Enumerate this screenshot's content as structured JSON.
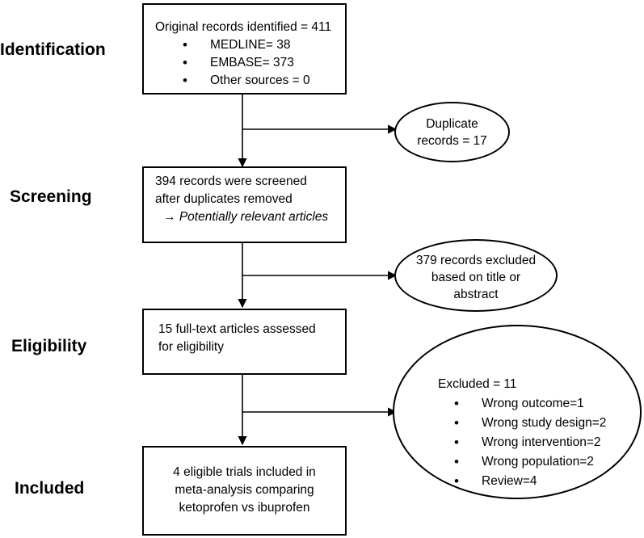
{
  "stages": [
    "Identification",
    "Screening",
    "Eligibility",
    "Included"
  ],
  "box1": {
    "title": "Original records identified = 411",
    "items": [
      "MEDLINE= 38",
      "EMBASE= 373",
      "Other sources = 0"
    ]
  },
  "box2": {
    "line1": "394 records were screened",
    "line2": "after duplicates removed",
    "arrow": "→",
    "line3": "Potentially relevant articles"
  },
  "box3": {
    "line1": "15 full-text articles assessed",
    "line2": "for eligibility"
  },
  "box4": {
    "line1": "4 eligible trials included in",
    "line2": "meta-analysis comparing",
    "line3": "ketoprofen vs ibuprofen"
  },
  "ell1": {
    "line1": "Duplicate",
    "line2": "records = 17"
  },
  "ell2": {
    "line1": "379 records excluded",
    "line2": "based on title or",
    "line3": "abstract"
  },
  "ell3": {
    "title": "Excluded = 11",
    "items": [
      "Wrong outcome=1",
      "Wrong study design=2",
      "Wrong intervention=2",
      "Wrong population=2",
      "Review=4"
    ]
  }
}
